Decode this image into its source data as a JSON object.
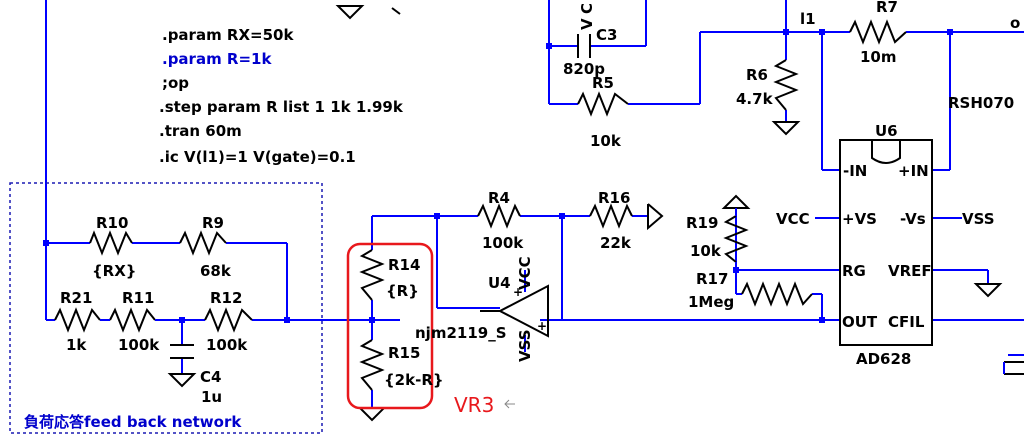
{
  "spice": {
    "param_rx": ".param RX=50k",
    "param_r": ".param R=1k",
    "op": ";op",
    "step": ".step param R list 1 1k 1.99k",
    "tran": ".tran 60m",
    "ic": ".ic V(l1)=1 V(gate)=0.1"
  },
  "components": {
    "r10": {
      "name": "R10",
      "value": "{RX}"
    },
    "r9": {
      "name": "R9",
      "value": "68k"
    },
    "r21": {
      "name": "R21",
      "value": "1k"
    },
    "r11": {
      "name": "R11",
      "value": "100k"
    },
    "r12": {
      "name": "R12",
      "value": "100k"
    },
    "c4": {
      "name": "C4",
      "value": "1u"
    },
    "r14": {
      "name": "R14",
      "value": "{R}"
    },
    "r15": {
      "name": "R15",
      "value": "{2k-R}"
    },
    "r4": {
      "name": "R4",
      "value": "100k"
    },
    "r16": {
      "name": "R16",
      "value": "22k"
    },
    "u4": {
      "name": "U4",
      "model": "njm2119_S",
      "vcc": "VCC",
      "vss": "VSS"
    },
    "r19": {
      "name": "R19",
      "value": "10k"
    },
    "r17": {
      "name": "R17",
      "value": "1Meg"
    },
    "c3": {
      "name": "C3",
      "value": "820p"
    },
    "r5": {
      "name": "R5",
      "value": "10k"
    },
    "r6": {
      "name": "R6",
      "value": "4.7k"
    },
    "r7": {
      "name": "R7",
      "value": "10m"
    },
    "u6": {
      "name": "U6",
      "model": "AD628",
      "pins": {
        "neg_in": "-IN",
        "pos_in": "+IN",
        "pos_vs": "+VS",
        "neg_vs": "-Vs",
        "rg": "RG",
        "vref": "VREF",
        "out": "OUT",
        "cfil": "CFIL"
      }
    }
  },
  "net_labels": {
    "l1": "l1",
    "rsh": "RSH070",
    "vcc": "VCC",
    "vss": "VSS",
    "partial_left": "o",
    "partial_c": "C",
    "partial_v": "V"
  },
  "annotations": {
    "network_box": "負荷応答feed back network",
    "vr3": "VR3"
  },
  "colors": {
    "wire": "#0000ff",
    "component": "#000000",
    "highlight": "#e8181c",
    "label_blue": "#0000cc"
  }
}
